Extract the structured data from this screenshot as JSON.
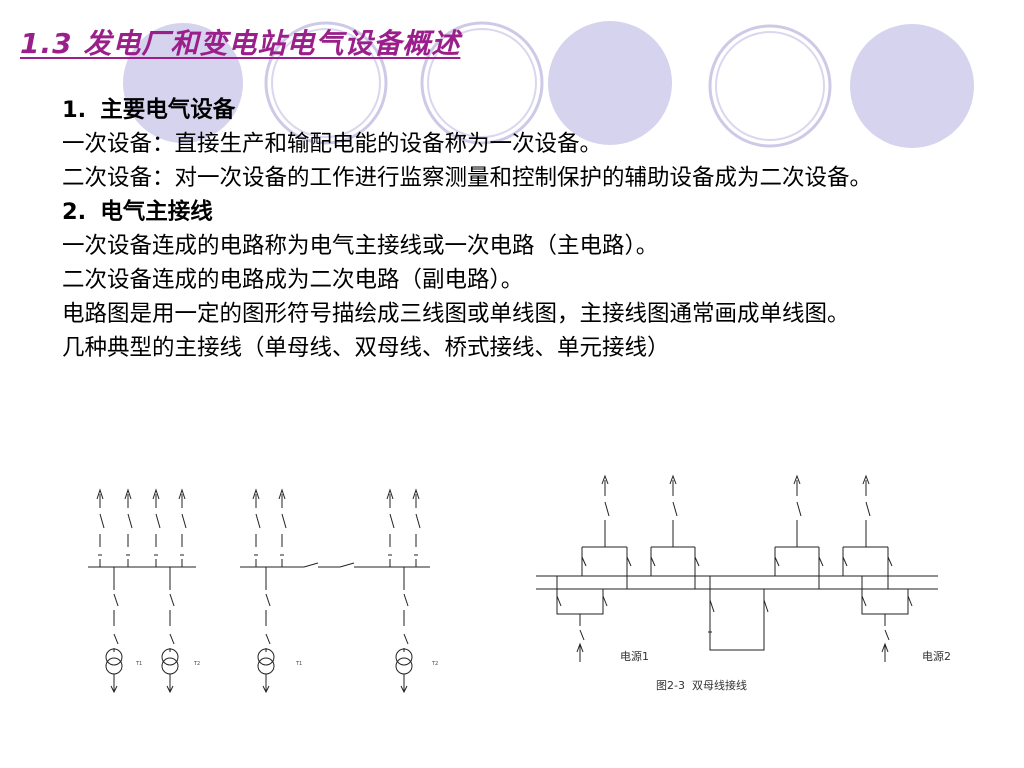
{
  "slide": {
    "title": "1.3 发电厂和变电站电气设备概述",
    "section1": {
      "number": "1.",
      "heading": "主要电气设备"
    },
    "para1": "一次设备：直接生产和输配电能的设备称为一次设备。",
    "para2": "二次设备：对一次设备的工作进行监察测量和控制保护的辅助设备成为二次设备。",
    "section2": {
      "number": "2.",
      "heading": "电气主接线"
    },
    "para3": "一次设备连成的电路称为电气主接线或一次电路（主电路）。",
    "para4": "二次设备连成的电路成为二次电路（副电路）。",
    "para5": "电路图是用一定的图形符号描绘成三线图或单线图，主接线图通常画成单线图。",
    "para6": "几种典型的主接线（单母线、双母线、桥式接线、单元接线）"
  },
  "diagrams": {
    "single_bus": {
      "t1": "T1",
      "t2": "T2"
    },
    "bridge": {
      "t1": "T1",
      "t2": "T2"
    },
    "double_bus": {
      "source1": "电源1",
      "source2": "电源2",
      "caption": "图2-3  双母线接线"
    }
  },
  "theme": {
    "title_color": "#9b1f8b",
    "circle_fill": "#d5d3ed",
    "circle_stroke": "#c9c6e6"
  }
}
